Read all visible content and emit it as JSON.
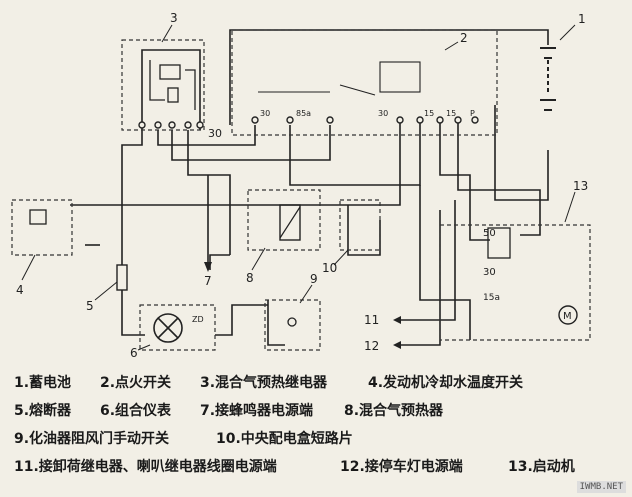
{
  "callouts": {
    "c1": "1",
    "c2": "2",
    "c3": "3",
    "c4": "4",
    "c5": "5",
    "c6": "6",
    "c7": "7",
    "c8": "8",
    "c9": "9",
    "c10": "10",
    "c11": "11",
    "c12": "12",
    "c13": "13"
  },
  "terminals": {
    "t30_left": "30",
    "t30_switch_a": "30",
    "t85a": "85a",
    "t30_switch_b": "30",
    "t15": "15",
    "t15b": "15",
    "tP": "P",
    "t50": "50",
    "t30_starter": "30",
    "t15a": "15a",
    "tZD": "ZD"
  },
  "legend": {
    "row1": [
      "1.蓄电池",
      "2.点火开关",
      "3.混合气预热继电器",
      "4.发动机冷却水温度开关"
    ],
    "row2": [
      "5.熔断器",
      "6.组合仪表",
      "7.接蜂鸣器电源端",
      "8.混合气预热器"
    ],
    "row3": [
      "9.化油器阻风门手动开关",
      "10.中央配电盒短路片"
    ],
    "row4": [
      "11.接卸荷继电器、喇叭继电器线圈电源端",
      "12.接停车灯电源端",
      "13.启动机"
    ]
  },
  "watermark": "IWMB.NET"
}
